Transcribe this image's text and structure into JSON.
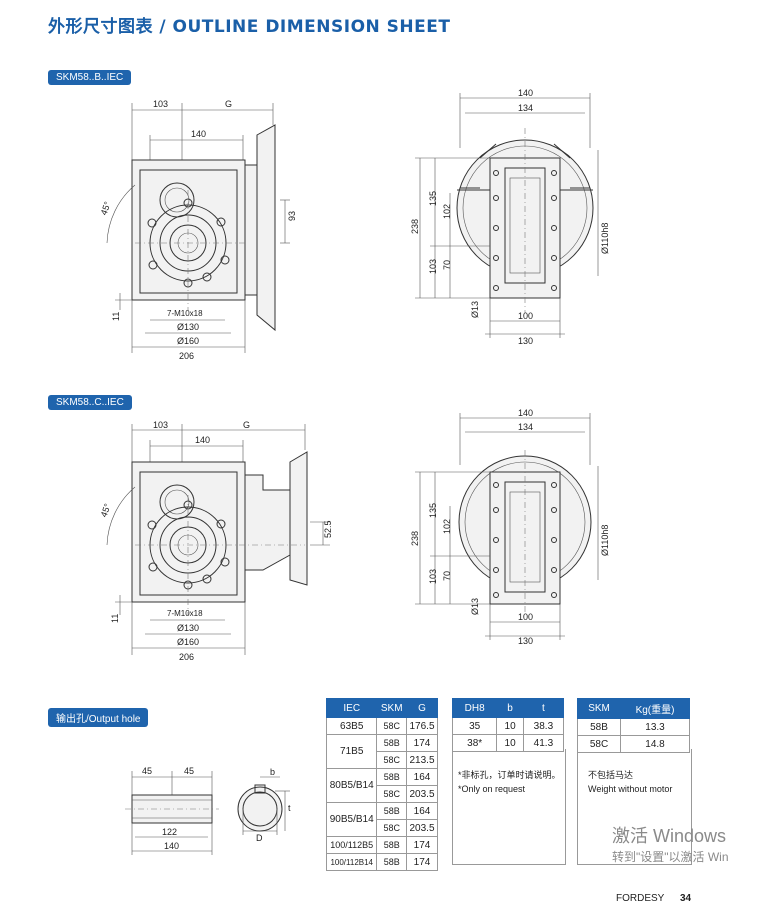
{
  "title": "外形尺寸图表 / OUTLINE DIMENSION SHEET",
  "section1": {
    "label": "SKM58..B..IEC",
    "side_dims": {
      "a": "103",
      "b": "G",
      "c": "140",
      "angle": "45°",
      "h": "93",
      "offset": "11",
      "holes": "7-M10x18",
      "d1": "Ø130",
      "d2": "Ø160",
      "w": "206"
    },
    "front_dims": {
      "top1": "140",
      "top2": "134",
      "h1": "238",
      "h2": "135",
      "h3": "103",
      "h4": "102",
      "h5": "70",
      "d": "Ø110h8",
      "hole": "Ø13",
      "b1": "100",
      "b2": "130"
    }
  },
  "section2": {
    "label": "SKM58..C..IEC",
    "side_dims": {
      "a": "103",
      "b": "G",
      "c": "140",
      "angle": "45°",
      "h": "52.5",
      "offset": "11",
      "holes": "7-M10x18",
      "d1": "Ø130",
      "d2": "Ø160",
      "w": "206"
    },
    "front_dims": {
      "top1": "140",
      "top2": "134",
      "h1": "238",
      "h2": "135",
      "h3": "103",
      "h4": "102",
      "h5": "70",
      "d": "Ø110h8",
      "hole": "Ø13",
      "b1": "100",
      "b2": "130"
    }
  },
  "output_hole": {
    "label": "输出孔/Output hole",
    "dims": {
      "l1": "45",
      "l2": "45",
      "l3": "122",
      "l4": "140",
      "b": "b",
      "t": "t",
      "d": "D"
    }
  },
  "iec_table": {
    "headers": [
      "IEC",
      "SKM",
      "G"
    ],
    "rows": [
      {
        "iec": "63B5",
        "skm": "58C",
        "g": "176.5"
      },
      {
        "iec": "71B5",
        "skm": "58B",
        "g": "174"
      },
      {
        "iec": "",
        "skm": "58C",
        "g": "213.5"
      },
      {
        "iec": "80B5/B14",
        "skm": "58B",
        "g": "164"
      },
      {
        "iec": "",
        "skm": "58C",
        "g": "203.5"
      },
      {
        "iec": "90B5/B14",
        "skm": "58B",
        "g": "164"
      },
      {
        "iec": "",
        "skm": "58C",
        "g": "203.5"
      },
      {
        "iec": "100/112B5",
        "skm": "58B",
        "g": "174"
      },
      {
        "iec": "100/112B14",
        "skm": "58B",
        "g": "174"
      }
    ]
  },
  "hole_table": {
    "headers": [
      "DH8",
      "b",
      "t"
    ],
    "rows": [
      {
        "d": "35",
        "b": "10",
        "t": "38.3"
      },
      {
        "d": "38*",
        "b": "10",
        "t": "41.3"
      }
    ],
    "note_cn": "*非标孔，订单时请说明。",
    "note_en": "*Only on request"
  },
  "weight_table": {
    "headers": [
      "SKM",
      "Kg(重量)"
    ],
    "rows": [
      {
        "skm": "58B",
        "kg": "13.3"
      },
      {
        "skm": "58C",
        "kg": "14.8"
      }
    ],
    "note_cn": "不包括马达",
    "note_en": "Weight without motor"
  },
  "watermark": {
    "line1": "激活 Windows",
    "line2": "转到\"设置\"以激活 Win"
  },
  "footer": {
    "brand": "FORDESY",
    "page": "34"
  }
}
